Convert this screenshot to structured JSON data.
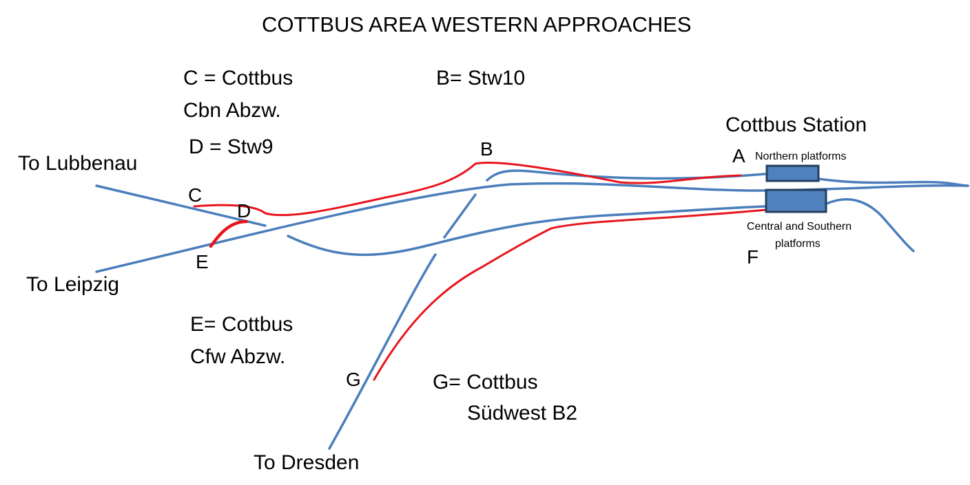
{
  "title": "COTTBUS  AREA  WESTERN APPROACHES",
  "destinations": {
    "lubbenau": "To Lubbenau",
    "leipzig": "To Leipzig",
    "dresden": "To Dresden"
  },
  "legend": {
    "c_line1": "C = Cottbus",
    "c_line2": "Cbn Abzw.",
    "d": "D = Stw9",
    "b": "B= Stw10",
    "e_line1": "E= Cottbus",
    "e_line2": "Cfw Abzw.",
    "g_line1": "G= Cottbus",
    "g_line2": "Südwest B2"
  },
  "points": {
    "a": "A",
    "b": "B",
    "c": "C",
    "d": "D",
    "e": "E",
    "f": "F",
    "g": "G"
  },
  "station": {
    "name": "Cottbus Station",
    "northern": "Northern platforms",
    "central_line1": "Central and Southern",
    "central_line2": "platforms"
  },
  "colors": {
    "track": "#4a7ebb",
    "route": "#e8141c",
    "platform_fill": "#4f81bd",
    "platform_stroke": "#243f60"
  }
}
